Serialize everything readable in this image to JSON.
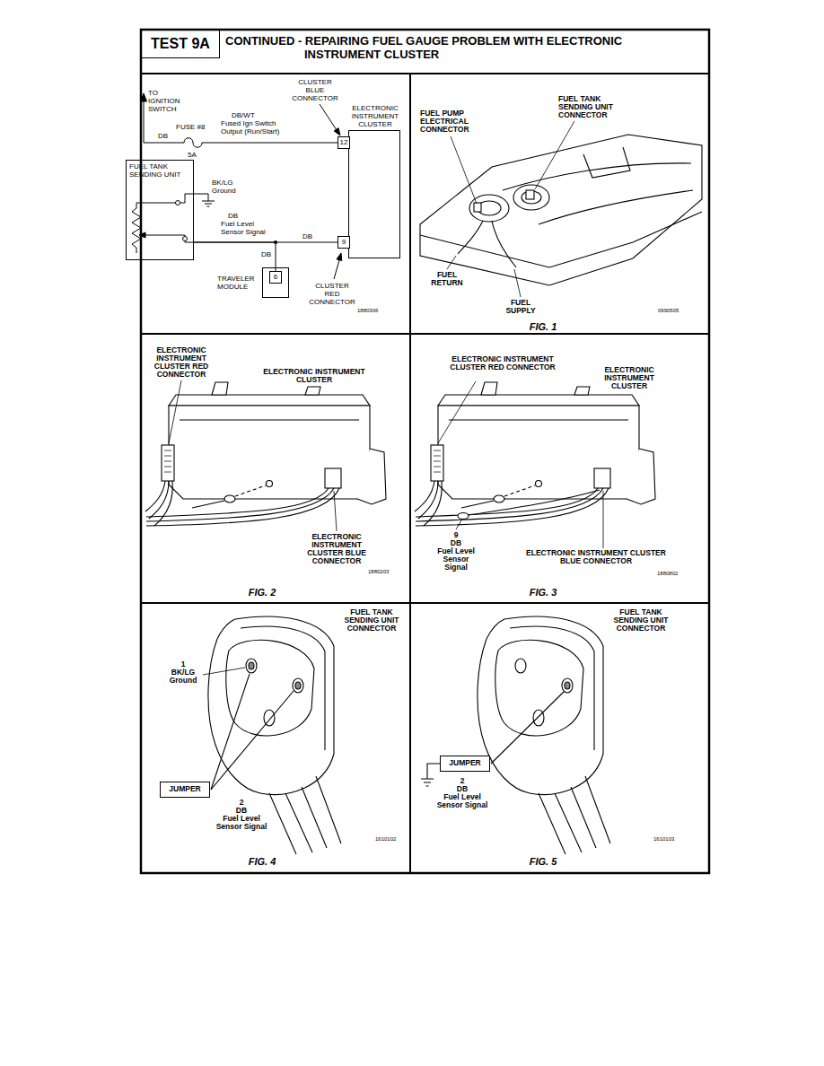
{
  "diagram": {
    "title": "CONTINUED - REPAIRING FUEL GAUGE PROBLEM WITH ELECTRONIC INSTRUMENT CLUSTER",
    "nodes": [
      {
        "text": [
          "TEST 9A"
        ]
      },
      {
        "text": [
          "ELECTRONIC INSTRUMENT CLUSTER"
        ]
      },
      {
        "text": [
          "12"
        ],
        "in": 1
      },
      {
        "text": [
          "9"
        ],
        "in": 1
      },
      {
        "text": [
          "FUEL TANK SENDING UNIT"
        ]
      },
      {
        "text": [
          "TRAVELER MODULE"
        ]
      },
      {
        "text": [
          "6"
        ],
        "in": 5
      },
      {
        "text": [
          "JUMPER"
        ]
      },
      {
        "text": [
          "JUMPER"
        ]
      }
    ],
    "edges": [
      {
        "from": 4,
        "to": 3,
        "label": "DB",
        "arrow": "none"
      },
      {
        "from": 4,
        "to": 6,
        "label": "DB",
        "arrow": "none"
      }
    ],
    "labels": [
      "TO IGNITION SWITCH",
      "CLUSTER BLUE CONNECTOR",
      "DB/WT",
      "Fused Ign Switch Output (Run/Start)",
      "FUSE #8",
      "DB",
      "5A",
      "BK/LG",
      "Ground",
      "DB",
      "Fuel Level Sensor Signal",
      "CLUSTER RED CONNECTOR",
      "1880306",
      "FUEL PUMP ELECTRICAL CONNECTOR",
      "FUEL TANK SENDING UNIT CONNECTOR",
      "FUEL RETURN",
      "FUEL SUPPLY",
      "0990505",
      "FIG. 1",
      "ELECTRONIC INSTRUMENT CLUSTER RED CONNECTOR",
      "ELECTRONIC INSTRUMENT CLUSTER",
      "ELECTRONIC INSTRUMENT CLUSTER BLUE CONNECTOR",
      "1880203",
      "FIG. 2",
      "ELECTRONIC INSTRUMENT CLUSTER RED CONNECTOR",
      "ELECTRONIC INSTRUMENT CLUSTER",
      "9",
      "DB",
      "Fuel Level Sensor Signal",
      "ELECTRONIC INSTRUMENT CLUSTER BLUE CONNECTOR",
      "1880802",
      "FIG. 3",
      "FUEL TANK SENDING UNIT CONNECTOR",
      "1",
      "BK/LG",
      "Ground",
      "2",
      "DB",
      "Fuel Level Sensor Signal",
      "1610102",
      "FIG. 4",
      "FUEL TANK SENDING UNIT CONNECTOR",
      "2",
      "DB",
      "Fuel Level Sensor Signal",
      "1610103",
      "FIG. 5"
    ]
  }
}
